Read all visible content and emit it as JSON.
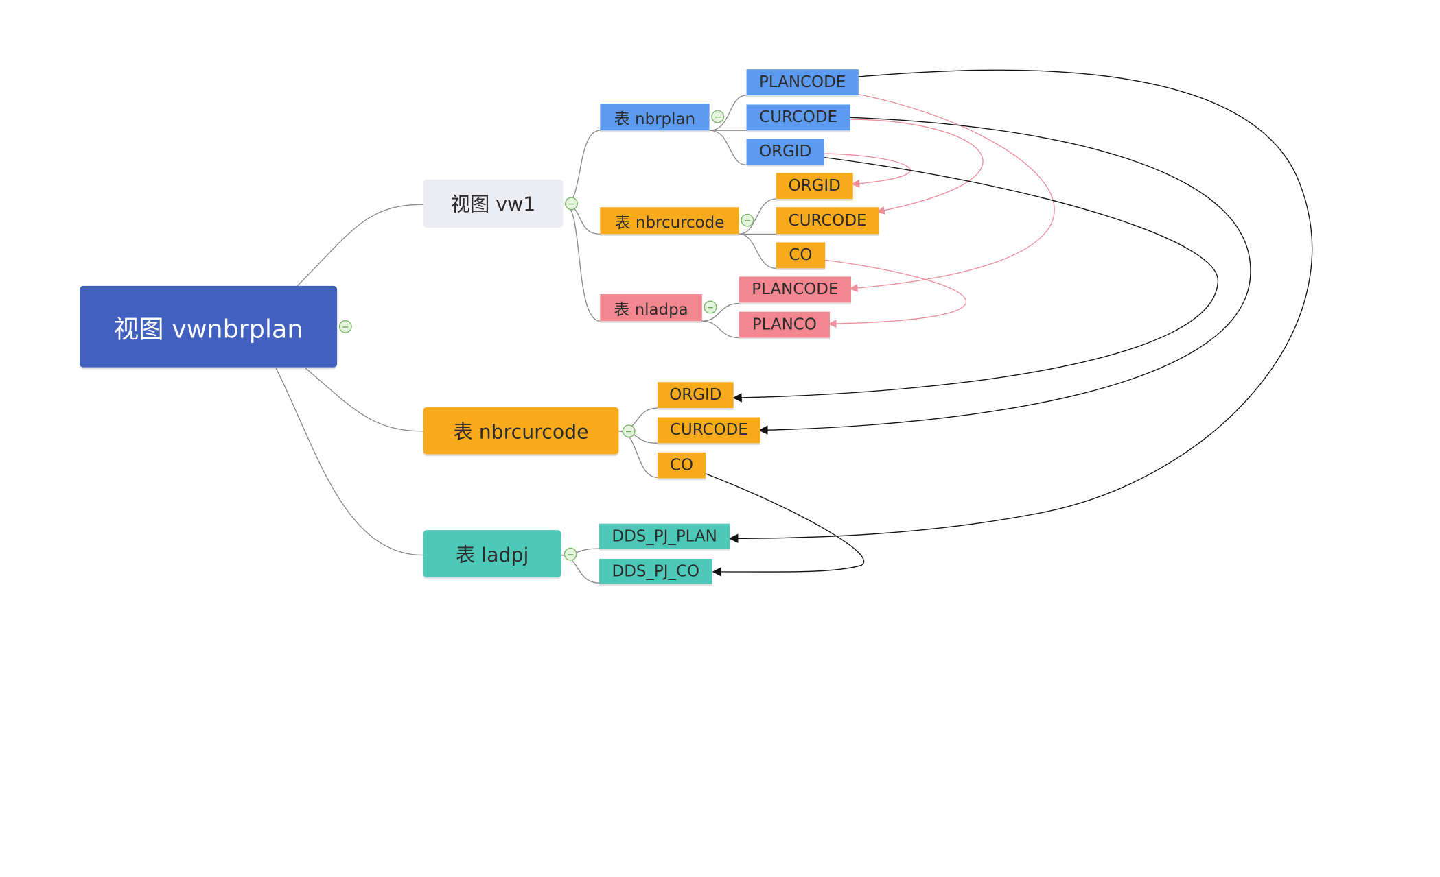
{
  "root": {
    "label": "视图 vwnbrplan"
  },
  "view_vw1": {
    "label": "视图 vw1",
    "table_nbrplan": {
      "label": "表 nbrplan",
      "fields": [
        "PLANCODE",
        "CURCODE",
        "ORGID"
      ]
    },
    "table_nbrcurcode": {
      "label": "表 nbrcurcode",
      "fields": [
        "ORGID",
        "CURCODE",
        "CO"
      ]
    },
    "table_nladpa": {
      "label": "表 nladpa",
      "fields": [
        "PLANCODE",
        "PLANCO"
      ]
    }
  },
  "table_nbrcurcode": {
    "label": "表 nbrcurcode",
    "fields": [
      "ORGID",
      "CURCODE",
      "CO"
    ]
  },
  "table_ladpj": {
    "label": "表 ladpj",
    "fields": [
      "DDS_PJ_PLAN",
      "DDS_PJ_CO"
    ]
  },
  "colors": {
    "root": "#4260bf",
    "view": "#ececf3",
    "orange": "#f7ab1c",
    "teal": "#4ec8b8",
    "blue": "#5c9bf0",
    "pink": "#f2878f",
    "relation_pink": "#ee8f9e",
    "relation_black": "#111111",
    "connector": "#8a8a8a"
  }
}
